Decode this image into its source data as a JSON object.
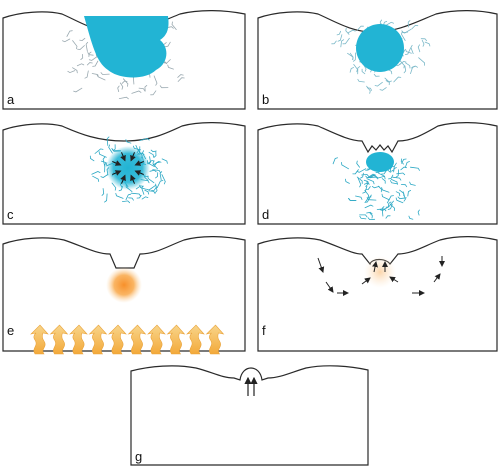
{
  "panels": [
    {
      "label": "a"
    },
    {
      "label": "b"
    },
    {
      "label": "c"
    },
    {
      "label": "d"
    },
    {
      "label": "e"
    },
    {
      "label": "f"
    },
    {
      "label": "g"
    }
  ],
  "colors": {
    "liquid": "#22b4d4",
    "hot_spot": "#f79a2e",
    "heat_arrow": "#f5c260",
    "outline": "#2a2a2a",
    "fibers": "#4cb6cc"
  },
  "icons": {
    "heat": "wavy-up-arrow-icon",
    "flow": "arrow-icon"
  }
}
